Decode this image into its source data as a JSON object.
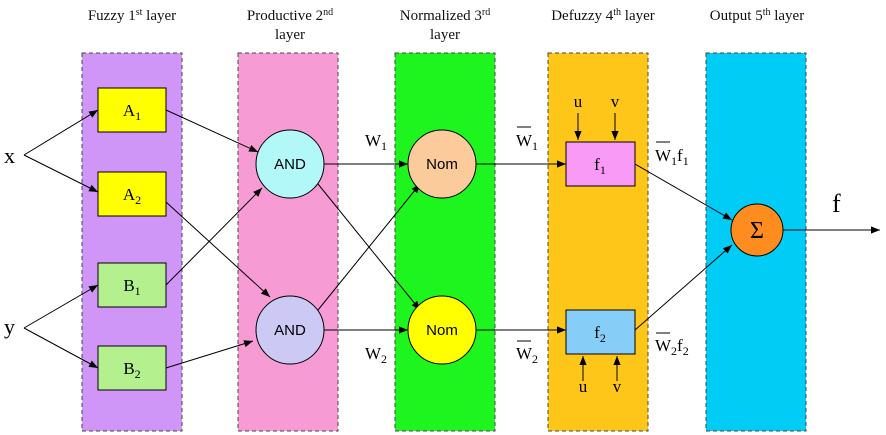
{
  "colors": {
    "lane1": "#cf96f7",
    "lane2": "#f79bd4",
    "lane3": "#1ef51e",
    "lane4": "#ffc61a",
    "lane5": "#00ccf5",
    "a_box": "#ffff00",
    "b_box": "#b5f08f",
    "and1": "#b2f8f8",
    "and2": "#cdc9f5",
    "nom1": "#fbcb9c",
    "nom2": "#ffff00",
    "f1_box": "#f99af7",
    "f2_box": "#86cdf7",
    "sum": "#ff8c1e"
  },
  "headers": {
    "layer1": {
      "pre": "Fuzzy 1",
      "sup": "st",
      "post": "  layer"
    },
    "layer2_line1": {
      "pre": "Productive 2",
      "sup": "nd",
      "post": ""
    },
    "layer2_line2": "layer",
    "layer3_line1": {
      "pre": "Normalized 3",
      "sup": "rd",
      "post": ""
    },
    "layer3_line2": "layer",
    "layer4": {
      "pre": "Defuzzy  4",
      "sup": "th",
      "post": " layer"
    },
    "layer5": {
      "pre": "Output 5",
      "sup": "th",
      "post": " layer"
    }
  },
  "inputs": {
    "x": "x",
    "y": "y"
  },
  "output": "f",
  "mfs": [
    {
      "base": "A",
      "sub": "1"
    },
    {
      "base": "A",
      "sub": "2"
    },
    {
      "base": "B",
      "sub": "1"
    },
    {
      "base": "B",
      "sub": "2"
    }
  ],
  "rules": [
    "AND",
    "AND"
  ],
  "norms": [
    "Nom",
    "Nom"
  ],
  "defuzz": [
    {
      "base": "f",
      "sub": "1"
    },
    {
      "base": "f",
      "sub": "2"
    }
  ],
  "params": {
    "u": "u",
    "v": "v"
  },
  "sum_symbol": "Σ",
  "edge_labels": {
    "w1": {
      "base": "W",
      "sub": "1"
    },
    "w2": {
      "base": "W",
      "sub": "2"
    },
    "w1_bar": {
      "base": "W",
      "sub": "1"
    },
    "w2_bar": {
      "base": "W",
      "sub": "2"
    },
    "w1f1": {
      "base": "W",
      "sub": "1",
      "tail": "f",
      "tail_sub": "1"
    },
    "w2f2": {
      "base": "W",
      "sub": "2",
      "tail": "f",
      "tail_sub": "2"
    }
  }
}
